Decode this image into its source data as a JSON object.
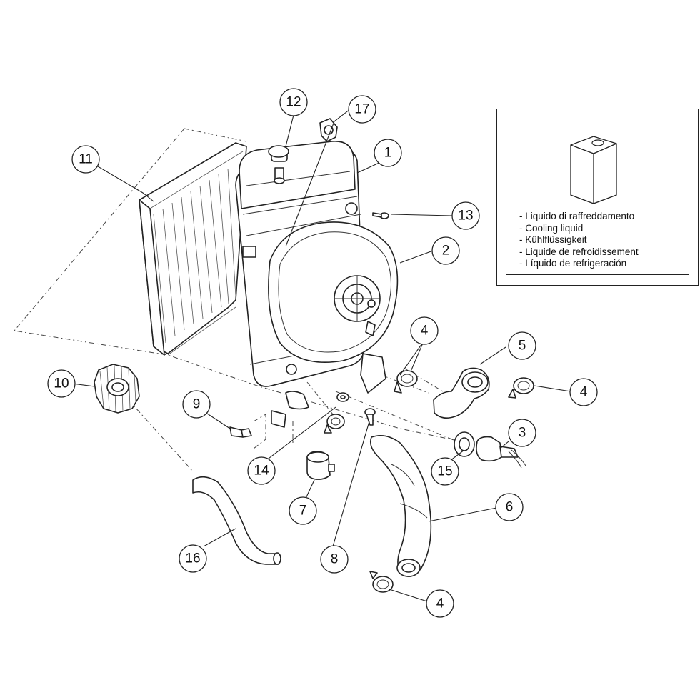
{
  "callouts": [
    {
      "id": "c1",
      "label": "1"
    },
    {
      "id": "c2",
      "label": "2"
    },
    {
      "id": "c3",
      "label": "3"
    },
    {
      "id": "c4a",
      "label": "4"
    },
    {
      "id": "c4b",
      "label": "4"
    },
    {
      "id": "c4c",
      "label": "4"
    },
    {
      "id": "c5",
      "label": "5"
    },
    {
      "id": "c6",
      "label": "6"
    },
    {
      "id": "c7",
      "label": "7"
    },
    {
      "id": "c8",
      "label": "8"
    },
    {
      "id": "c9",
      "label": "9"
    },
    {
      "id": "c10",
      "label": "10"
    },
    {
      "id": "c11",
      "label": "11"
    },
    {
      "id": "c12",
      "label": "12"
    },
    {
      "id": "c13",
      "label": "13"
    },
    {
      "id": "c14",
      "label": "14"
    },
    {
      "id": "c15",
      "label": "15"
    },
    {
      "id": "c16",
      "label": "16"
    },
    {
      "id": "c17",
      "label": "17"
    }
  ],
  "fluid_box": {
    "lines": [
      "- Liquido di raffreddamento",
      "- Cooling liquid",
      "- Kühlflüssigkeit",
      "- Liquide de refroidissement",
      "- Líquido de refrigeración"
    ]
  }
}
